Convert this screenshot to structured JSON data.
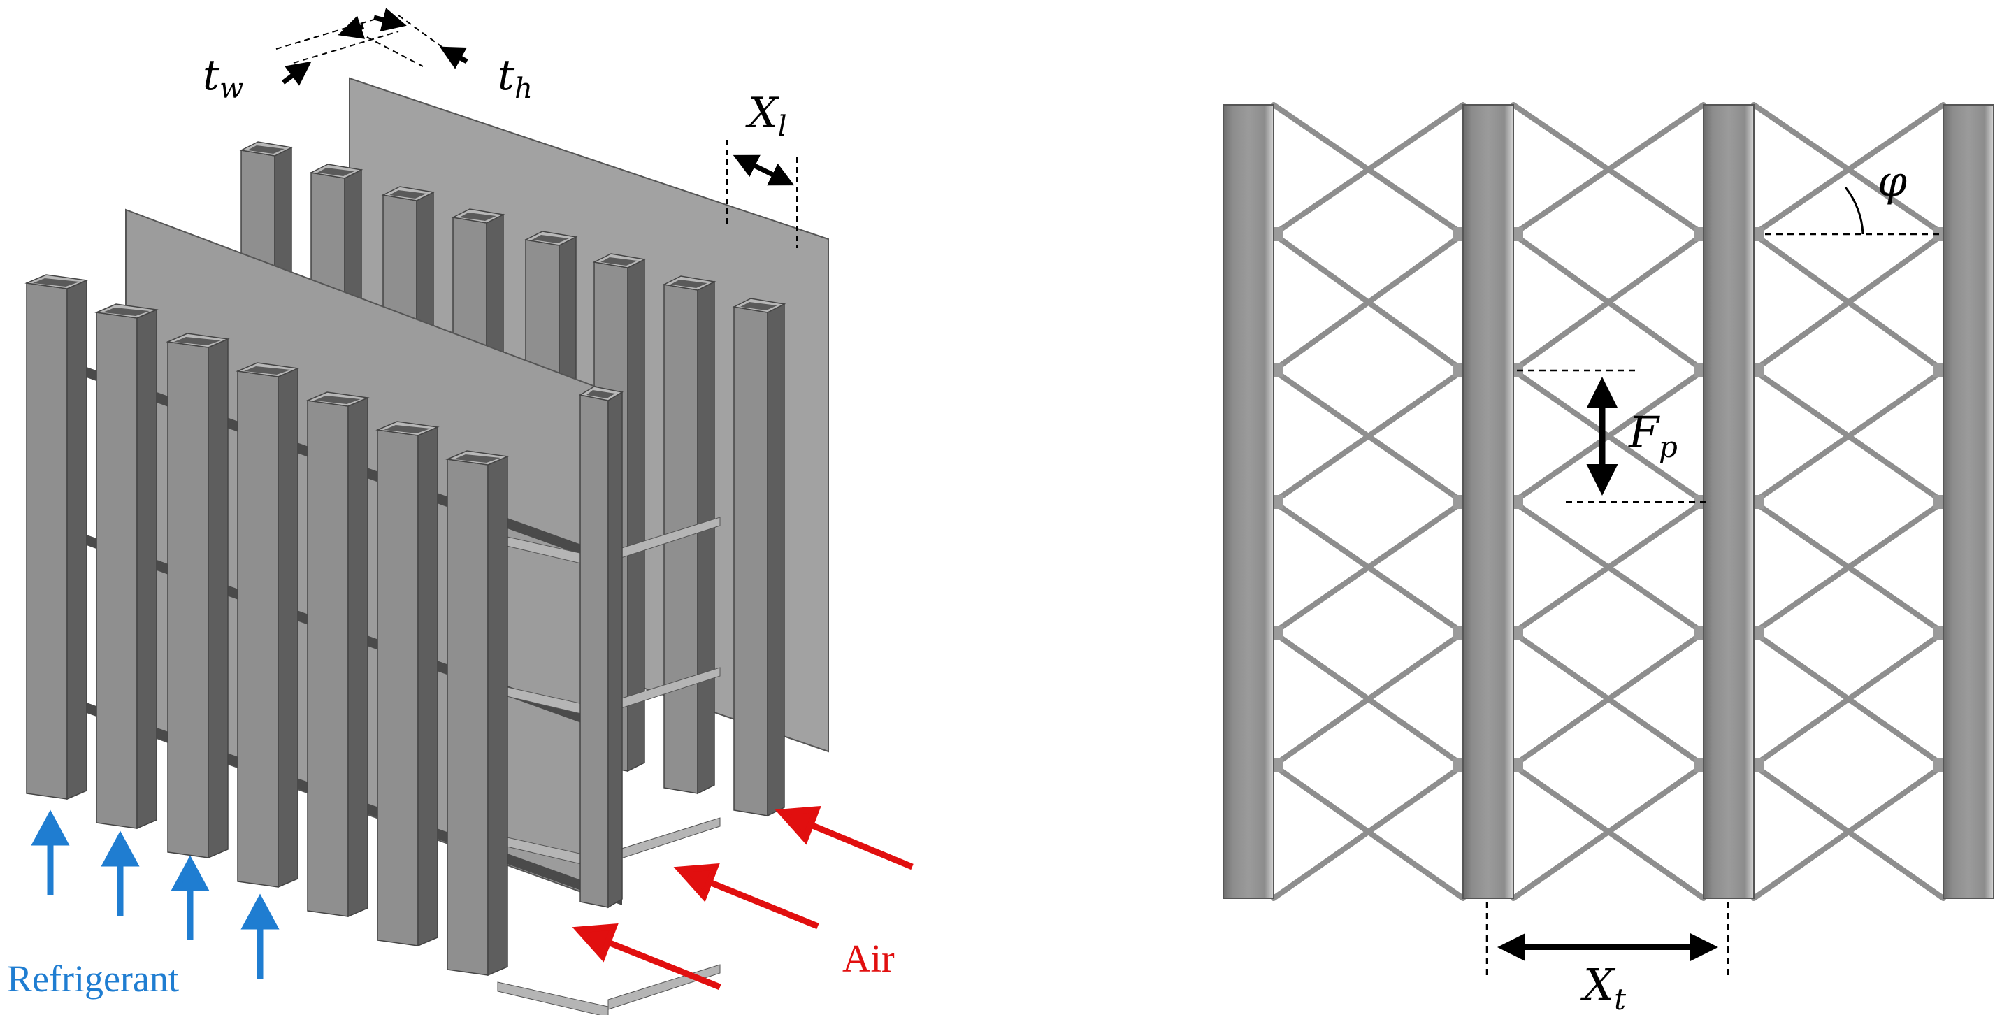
{
  "labels": {
    "refrigerant": "Refrigerant",
    "air": "Air",
    "tw_main": "t",
    "tw_sub": "w",
    "th_main": "t",
    "th_sub": "h",
    "xl_main": "X",
    "xl_sub": "l",
    "fp_main": "F",
    "fp_sub": "p",
    "xt_main": "X",
    "xt_sub": "t",
    "phi": "φ"
  },
  "colors": {
    "refrigerant": "#1f7dd1",
    "air": "#e10f0f",
    "tube": "#8a8a8a",
    "fin": "#9a9a9a"
  }
}
